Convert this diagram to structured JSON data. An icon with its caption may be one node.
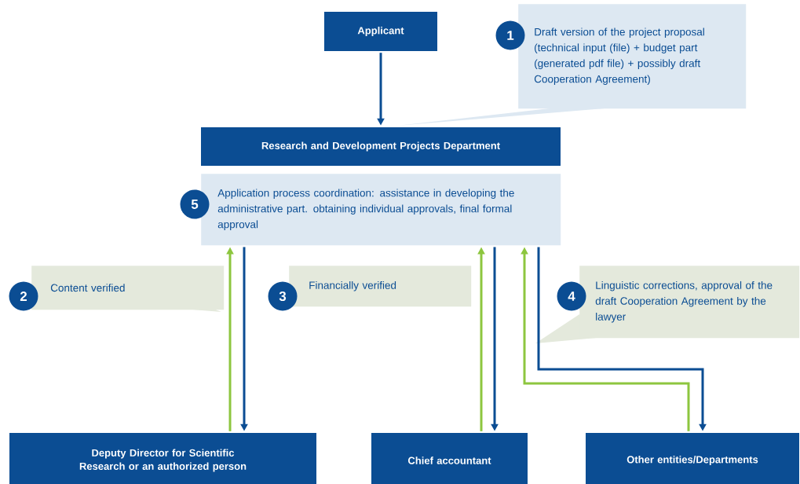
{
  "diagram": {
    "nodes": [
      {
        "text": [
          "Applicant"
        ]
      },
      {
        "text": [
          "Research and Development Projects Department"
        ]
      },
      {
        "text": [
          "5",
          "Application process coordination: assistance in developing the administrative part. obtaining individual approvals, final formal approval"
        ]
      },
      {
        "text": [
          "1",
          "Draft version of the project proposal (technical input (file) + budget part (generated pdf file) + possibly draft Cooperation Agreement)"
        ]
      },
      {
        "text": [
          "2",
          "Content verified"
        ]
      },
      {
        "text": [
          "3",
          "Financially verified"
        ]
      },
      {
        "text": [
          "4",
          "Linguistic corrections, approval of the draft Cooperation Agreement by the lawyer"
        ]
      },
      {
        "text": [
          "Deputy Director for Scientific Research or an authorized person"
        ]
      },
      {
        "text": [
          "Chief accountant"
        ]
      },
      {
        "text": [
          "Other entities/Departments"
        ]
      }
    ],
    "edges": [
      {
        "from": 0,
        "to": 1,
        "arrow": "to"
      },
      {
        "from": 7,
        "to": 2,
        "arrow": "to",
        "color": "#8dc63f"
      },
      {
        "from": 2,
        "to": 7,
        "arrow": "to"
      },
      {
        "from": 8,
        "to": 2,
        "arrow": "to",
        "color": "#8dc63f"
      },
      {
        "from": 2,
        "to": 8,
        "arrow": "to"
      },
      {
        "from": 9,
        "to": 2,
        "arrow": "to",
        "color": "#8dc63f"
      },
      {
        "from": 2,
        "to": 9,
        "arrow": "to"
      }
    ]
  }
}
